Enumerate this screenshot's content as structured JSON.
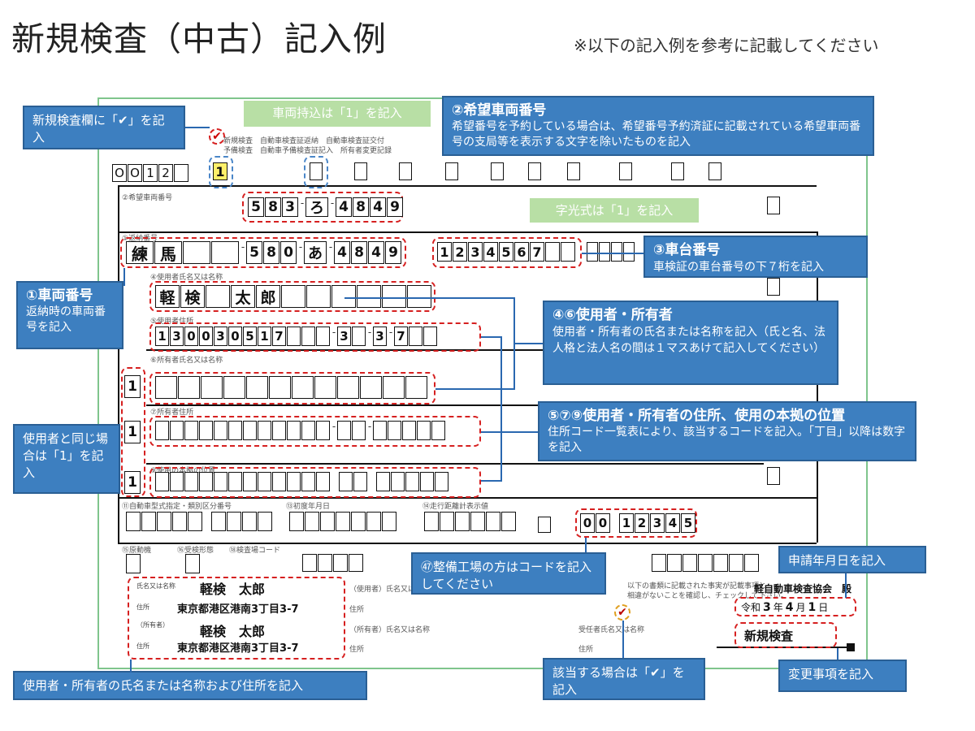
{
  "header": {
    "title": "新規検査（中古）記入例",
    "subtitle": "※以下の記入例を参考に記載してください"
  },
  "form": {
    "number_prefix": [
      "O",
      "O",
      "1",
      "2"
    ],
    "checkbox_type": "1",
    "vehicle_hope_number": [
      "5",
      "8",
      "3",
      "ろ",
      "4",
      "8",
      "4",
      "9"
    ],
    "vehicle_number": {
      "region": [
        "練",
        "馬"
      ],
      "class_code": [
        "5",
        "8",
        "0"
      ],
      "hira": "あ",
      "number": [
        "4",
        "8",
        "4",
        "9"
      ]
    },
    "chassis_number": [
      "1",
      "2",
      "3",
      "4",
      "5",
      "6",
      "7"
    ],
    "user_name": [
      "軽",
      "検",
      "",
      "太",
      "郎"
    ],
    "address_code": [
      "1",
      "3",
      "0",
      "0",
      "3",
      "0",
      "5",
      "1",
      "7"
    ],
    "address_code_tail": [
      "3",
      "3",
      "7"
    ],
    "same_as_user": [
      "1",
      "1",
      "1"
    ],
    "garage_code": [
      "0",
      "0",
      "1",
      "2",
      "3",
      "4",
      "5"
    ],
    "signature": {
      "owner_label": "（所有者）",
      "owner_name": "軽検　太郎",
      "owner_address": "東京都港区港南3丁目3-7",
      "user_name": "軽検　太郎",
      "user_address": "東京都港区港南3丁目3-7",
      "name_label": "氏名又は名称",
      "address_label": "住所"
    },
    "association": "軽自動車検査協会　殿",
    "date": {
      "era": "令和",
      "year": "3",
      "year_unit": "年",
      "month": "4",
      "month_unit": "月",
      "day": "1",
      "day_unit": "日"
    },
    "change_item": "新規検査",
    "checkmark": "✔"
  },
  "callouts": {
    "new_inspection": "新規検査欄に「✔」を記入",
    "vehicle_bring": "車両持込は「1」を記入",
    "hope_title": "②希望車両番号",
    "hope_body": "希望番号を予約している場合は、希望番号予約済証に記載されている希望車両番号の支局等を表示する文字を除いたものを記入",
    "character_light": "字光式は「1」を記入",
    "chassis_title": "③車台番号",
    "chassis_body": "車検証の車台番号の下７桁を記入",
    "vehicle_no_title": "①車両番号",
    "vehicle_no_body": "返納時の車両番号を記入",
    "user_owner_title": "④⑥使用者・所有者",
    "user_owner_body": "使用者・所有者の氏名または名称を記入（氏と名、法人格と法人名の間は１マスあけて記入してください）",
    "address_title": "⑤⑦⑨使用者・所有者の住所、使用の本拠の位置",
    "address_body": "住所コード一覧表により、該当するコードを記入。「丁目」以降は数字を記入",
    "same_user": "使用者と同じ場合は「1」を記入",
    "garage": "㊼整備工場の方はコードを記入してください",
    "apply_date": "申請年月日を記入",
    "names_address": "使用者・所有者の氏名または名称および住所を記入",
    "applicable_check": "該当する場合は「✔」を記入",
    "change_items": "変更事項を記入"
  },
  "colors": {
    "callout": "#3d7fc0",
    "dashed": "#d62020",
    "frame": "#7fc58c",
    "green_label": "#b8dfa5"
  }
}
